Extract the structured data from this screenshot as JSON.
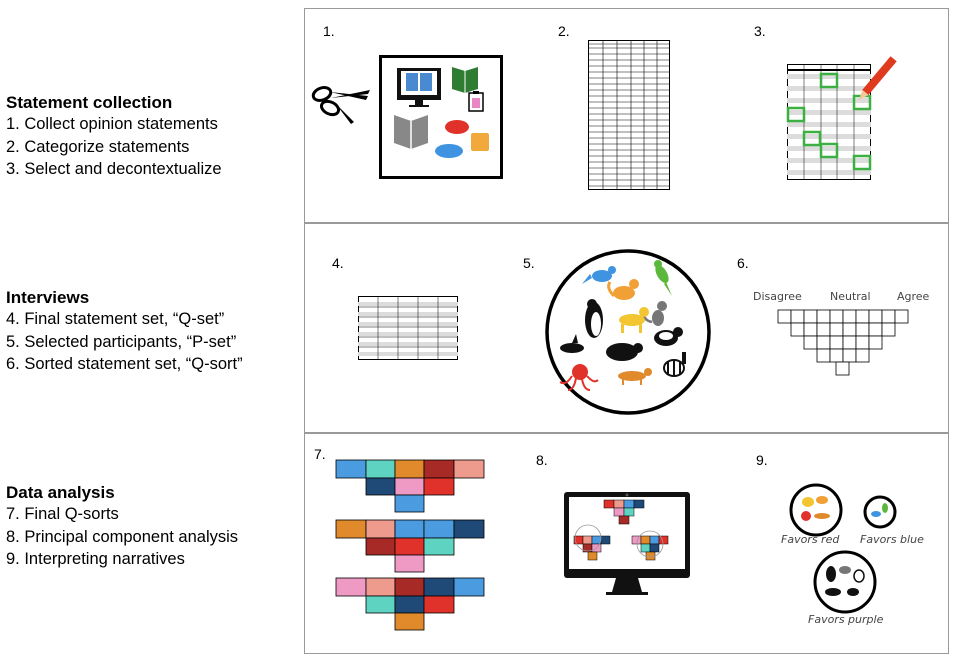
{
  "sections": [
    {
      "heading": "Statement collection",
      "items": [
        "1. Collect opinion statements",
        "2. Categorize statements",
        "3. Select and decontextualize"
      ]
    },
    {
      "heading": "Interviews",
      "items": [
        "4. Final statement set, “Q-set”",
        "5. Selected participants, “P-set”",
        "6. Sorted statement set, “Q-sort”"
      ]
    },
    {
      "heading": "Data analysis",
      "items": [
        "7. Final Q-sorts",
        "8. Principal component analysis",
        "9. Interpreting narratives"
      ]
    }
  ],
  "steps": [
    "1.",
    "2.",
    "3.",
    "4.",
    "5.",
    "6.",
    "7.",
    "8.",
    "9."
  ],
  "qsort_scale": {
    "left": "Disagree",
    "middle": "Neutral",
    "right": "Agree"
  },
  "clusters": {
    "red": "Favors red",
    "blue": "Favors blue",
    "purple": "Favors purple"
  },
  "colors": {
    "border": "#9a9a9a",
    "highlight_green": "#3cb043",
    "pencil_red": "#e03a1e",
    "cell_blue": "#4a9be0",
    "cell_teal": "#5fd3c2",
    "cell_orange": "#e08a2c",
    "cell_darkred": "#a82a26",
    "cell_salmon": "#ee9b8e",
    "cell_navy": "#1f4a78",
    "cell_pink": "#ee9ac5",
    "cell_red": "#e0322a"
  }
}
